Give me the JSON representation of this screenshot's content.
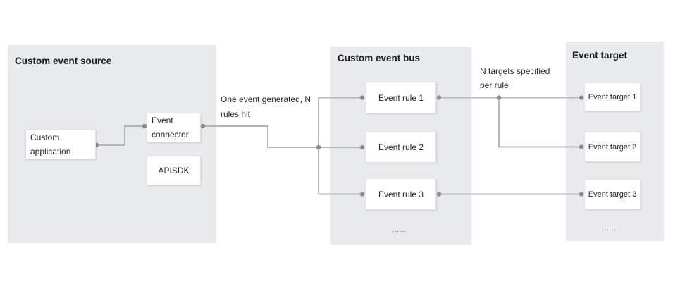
{
  "panels": {
    "source": {
      "title": "Custom event source",
      "more_indicator": ""
    },
    "bus": {
      "title": "Custom event bus",
      "more_indicator": "▪▪▪▪▪▪"
    },
    "target": {
      "title": "Event target",
      "more_indicator": "▪▪▪▪▪▪"
    }
  },
  "nodes": {
    "custom_application": {
      "label": "Custom application"
    },
    "event_connector": {
      "label": "Event connector"
    },
    "apisdk": {
      "label": "APISDK"
    },
    "event_rule_1": {
      "label": "Event rule 1"
    },
    "event_rule_2": {
      "label": "Event rule 2"
    },
    "event_rule_3": {
      "label": "Event rule 3"
    },
    "event_target_1": {
      "label": "Event target 1"
    },
    "event_target_2": {
      "label": "Event target 2"
    },
    "event_target_3": {
      "label": "Event target 3"
    }
  },
  "annotations": {
    "one_event": {
      "lines": [
        "One event generated, N",
        "rules hit"
      ]
    },
    "n_targets": {
      "lines": [
        "N targets specified",
        "per rule"
      ]
    }
  },
  "connections": [
    {
      "from": "custom-application",
      "to": "event-connector"
    },
    {
      "from": "event-connector",
      "to": "event-rule-1"
    },
    {
      "from": "event-connector",
      "to": "event-rule-2"
    },
    {
      "from": "event-connector",
      "to": "event-rule-3"
    },
    {
      "from": "event-rule-1",
      "to": "event-target-1"
    },
    {
      "from": "event-rule-1",
      "to": "event-target-2"
    },
    {
      "from": "event-rule-3",
      "to": "event-target-3"
    }
  ],
  "colors": {
    "panel_background": "#e9eaec",
    "node_background": "#ffffff",
    "node_border": "#e3e3e4",
    "wire": "#b3b5b7",
    "wire_dot": "#8a8d8f",
    "title_text": "#1a1a1a",
    "body_text": "#262626"
  }
}
